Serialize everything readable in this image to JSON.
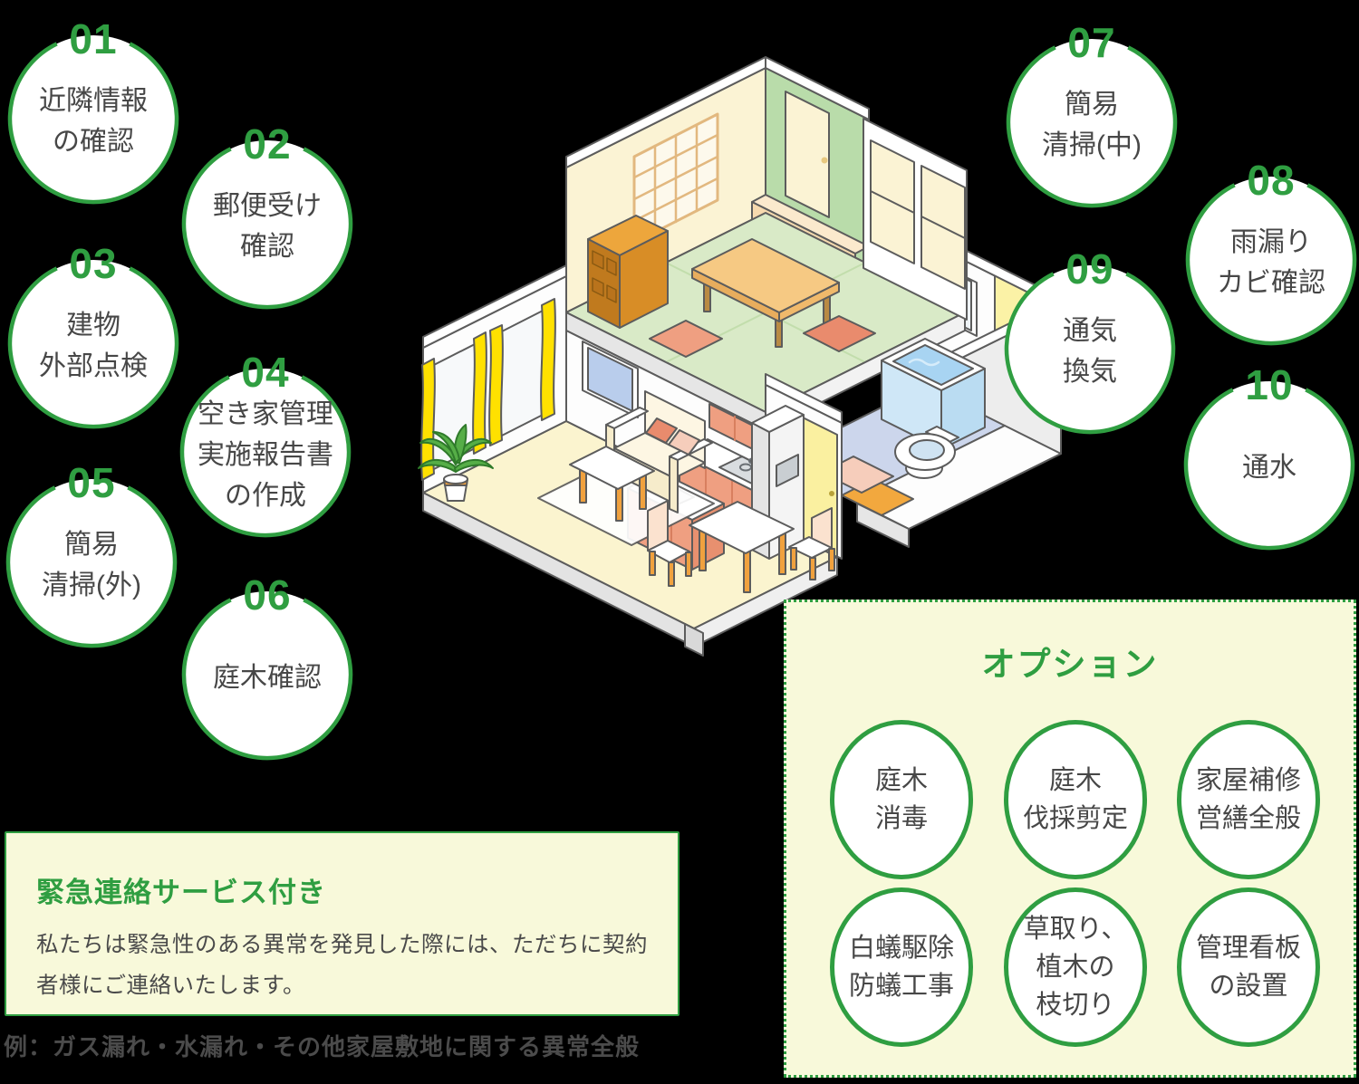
{
  "colors": {
    "accent_green": "#2f9e41",
    "panel_bg": "#f8f9da",
    "text_gray": "#474747"
  },
  "steps": [
    {
      "num": "01",
      "label": "近隣情報\nの確認"
    },
    {
      "num": "02",
      "label": "郵便受け\n確認"
    },
    {
      "num": "03",
      "label": "建物\n外部点検"
    },
    {
      "num": "04",
      "label": "空き家管理\n実施報告書\nの作成"
    },
    {
      "num": "05",
      "label": "簡易\n清掃(外)"
    },
    {
      "num": "06",
      "label": "庭木確認"
    },
    {
      "num": "07",
      "label": "簡易\n清掃(中)"
    },
    {
      "num": "08",
      "label": "雨漏り\nカビ確認"
    },
    {
      "num": "09",
      "label": "通気\n換気"
    },
    {
      "num": "10",
      "label": "通水"
    }
  ],
  "options": {
    "title": "オプション",
    "items": [
      {
        "label": "庭木\n消毒"
      },
      {
        "label": "庭木\n伐採剪定"
      },
      {
        "label": "家屋補修\n営繕全般"
      },
      {
        "label": "白蟻駆除\n防蟻工事"
      },
      {
        "label": "草取り、\n植木の\n枝切り"
      },
      {
        "label": "管理看板\nの設置"
      }
    ]
  },
  "emergency": {
    "title": "緊急連絡サービス付き",
    "body": "私たちは緊急性のある異常を発見した際には、ただちに契約者様にご連絡いたします。",
    "example": "例：ガス漏れ・水漏れ・その他家屋敷地に関する異常全般"
  }
}
